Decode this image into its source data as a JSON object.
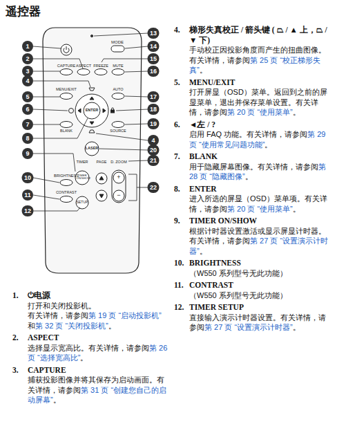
{
  "diagram": {
    "title": "遥控器",
    "nodes": [
      {
        "text": [
          "1"
        ]
      },
      {
        "text": [
          "2"
        ]
      },
      {
        "text": [
          "3"
        ]
      },
      {
        "text": [
          "4"
        ]
      },
      {
        "text": [
          "5"
        ]
      },
      {
        "text": [
          "6"
        ]
      },
      {
        "text": [
          "7"
        ]
      },
      {
        "text": [
          "8"
        ]
      },
      {
        "text": [
          "9"
        ]
      },
      {
        "text": [
          "10"
        ]
      },
      {
        "text": [
          "11"
        ]
      },
      {
        "text": [
          "12"
        ]
      },
      {
        "text": [
          "13"
        ]
      },
      {
        "text": [
          "14"
        ]
      },
      {
        "text": [
          "15"
        ]
      },
      {
        "text": [
          "16"
        ]
      },
      {
        "text": [
          "17"
        ]
      },
      {
        "text": [
          "18"
        ]
      },
      {
        "text": [
          "19"
        ]
      },
      {
        "text": [
          "4"
        ]
      },
      {
        "text": [
          "20"
        ]
      },
      {
        "text": [
          "21"
        ]
      },
      {
        "text": [
          "22"
        ]
      }
    ],
    "labels": [
      "MODE",
      "CAPTURE",
      "ASPECT",
      "FREEZE",
      "MUTE",
      "MENU/EXIT",
      "AUTO",
      "ENTER",
      "BLANK",
      "SOURCE",
      "LASER",
      "TIMER",
      "PAGE",
      "D. ZOOM",
      "BRIGHTNESS",
      "CONTRAST",
      "TIMER ON/SHOW",
      "SETUP",
      "+",
      "−",
      "4.",
      "梯形失真校正 / 箭头键 ( ⏢ / ▲ 上，⏢ / ▼ 下)",
      "手动校正因投影角度而产生的扭曲图像。有关详情，请参阅",
      "第 25 页 “校正梯形失真”",
      "。",
      "5.",
      "MENU/EXIT",
      "打开屏显（OSD）菜单。返回到之前的屏显菜单，退出并保存菜单设置。有关详情，请参阅",
      "第 20 页 “使用菜单”",
      "。",
      "6.",
      "◄左 / ?",
      "启用 FAQ 功能。有关详情，请参阅",
      "第 29 页 “使用常见问题功能”",
      "。",
      "7.",
      "BLANK",
      "用于隐藏屏幕图像。有关详情，请参阅",
      "第 28 页 “隐藏图像”",
      "。",
      "8.",
      "ENTER",
      "进入所选的屏显（OSD）菜单项。有关详情，请参阅",
      "第 20 页 “使用菜单”",
      "。",
      "9.",
      "TIMER ON/SHOW",
      "根据计时器设置激活或显示屏显计时器。有关详情，请参阅",
      "第 27 页 “设置演示计时器”",
      "。",
      "10.",
      "BRIGHTNESS",
      "（W550 系列型号无此功能）",
      "11.",
      "CONTRAST",
      "（W550 系列型号无此功能）",
      "12.",
      "TIMER SETUP",
      "直接输入演示计时器设置。有关详情，请参阅",
      "第 27 页 “设置演示计时器”",
      "。",
      "1.",
      "⏻电源",
      "打开和关闭投影机。",
      "有关详情，请参阅",
      "第 19 页 “启动投影机”",
      "和",
      "第 32 页 “关闭投影机”",
      "。",
      "2.",
      "ASPECT",
      "选择显示宽高比。有关详情，请参阅",
      "第 26 页 “选择宽高比”",
      "。",
      "3.",
      "CAPTURE",
      "捕获投影图像并将其保存为启动画面。有关详情，请参阅",
      "第 31 页 “创建您自己的启动屏幕”",
      "。"
    ]
  }
}
